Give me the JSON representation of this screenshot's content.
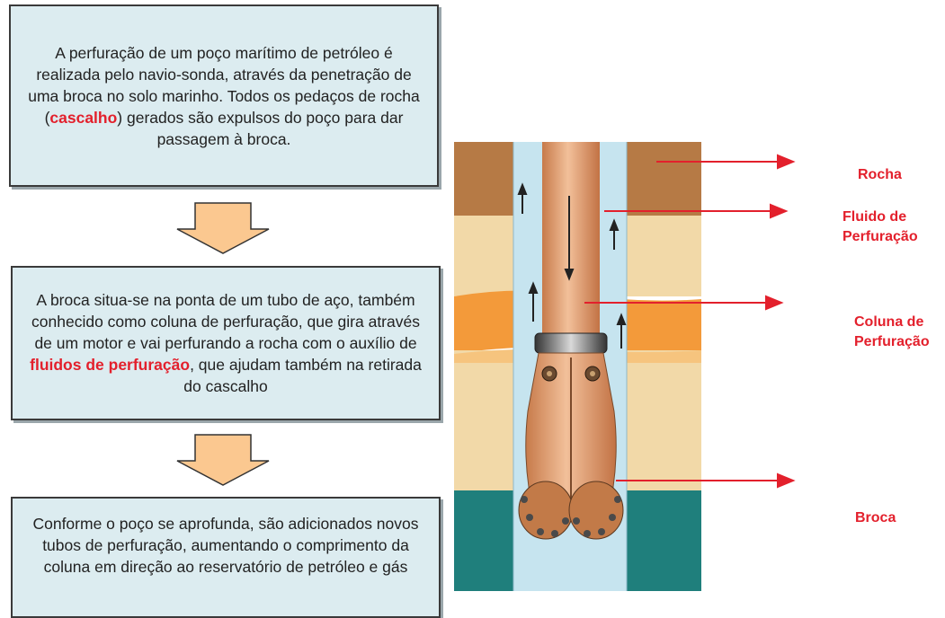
{
  "steps": [
    {
      "before": "A perfuração de um poço marítimo de petróleo é realizada pelo navio-sonda, através da penetração de uma broca no solo marinho. Todos os pedaços de rocha (",
      "highlight": "cascalho",
      "after": ") gerados são expulsos do poço para dar passagem à broca."
    },
    {
      "before": "A broca situa-se na ponta de um tubo de aço, também conhecido como coluna de perfuração, que gira através de um motor e vai perfurando a rocha com o auxílio de ",
      "highlight": "fluidos de perfuração",
      "after": ", que ajudam também na retirada do cascalho"
    },
    {
      "text": "Conforme o poço se aprofunda, são adicionados novos tubos de perfuração, aumentando o comprimento da coluna em direção ao reservatório de petróleo e gás"
    }
  ],
  "labels": {
    "rocha": "Rocha",
    "fluido_line1": "Fluido de",
    "fluido_line2": "Perfuração",
    "coluna_line1": "Coluna de",
    "coluna_line2": "Perfuração",
    "broca": "Broca"
  },
  "colors": {
    "box_fill": "#dcecf0",
    "arrow_fill": "#fbc890",
    "highlight": "#e3202c",
    "rock_brown": "#b67a45",
    "sand": "#f2d9a8",
    "orange_layer": "#f39a3a",
    "teal": "#1f7f7c",
    "fluid_blue": "#c6e4ef",
    "pipe": "#e6a173"
  }
}
